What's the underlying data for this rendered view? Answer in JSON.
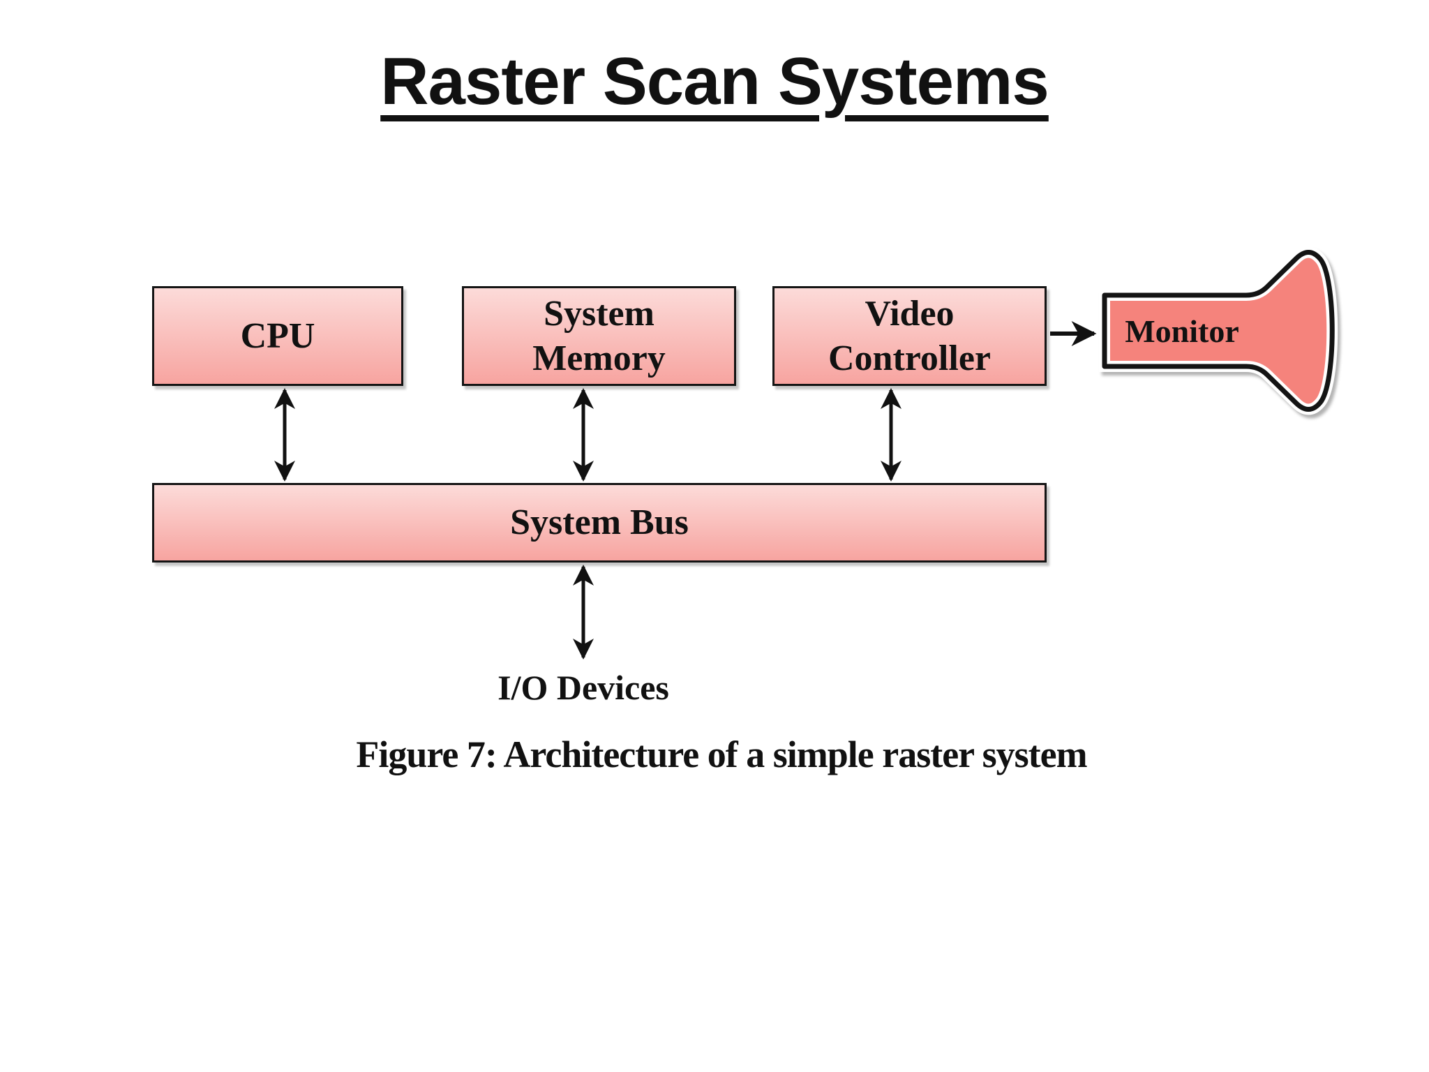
{
  "title": "Raster Scan Systems",
  "nodes": {
    "cpu": "CPU",
    "system_memory": "System\nMemory",
    "video_controller": "Video\nController",
    "system_bus": "System Bus",
    "monitor": "Monitor",
    "io_devices": "I/O Devices"
  },
  "caption": "Figure 7: Architecture of a simple raster system",
  "colors": {
    "ink": "#111111",
    "outline": "#141414",
    "arrow": "#111111",
    "box_gradient_top": "#fcdbd9",
    "box_gradient_bottom": "#f7a4a0",
    "monitor_fill": "#f5837c",
    "monitor_inner_ring": "#ffffff"
  }
}
